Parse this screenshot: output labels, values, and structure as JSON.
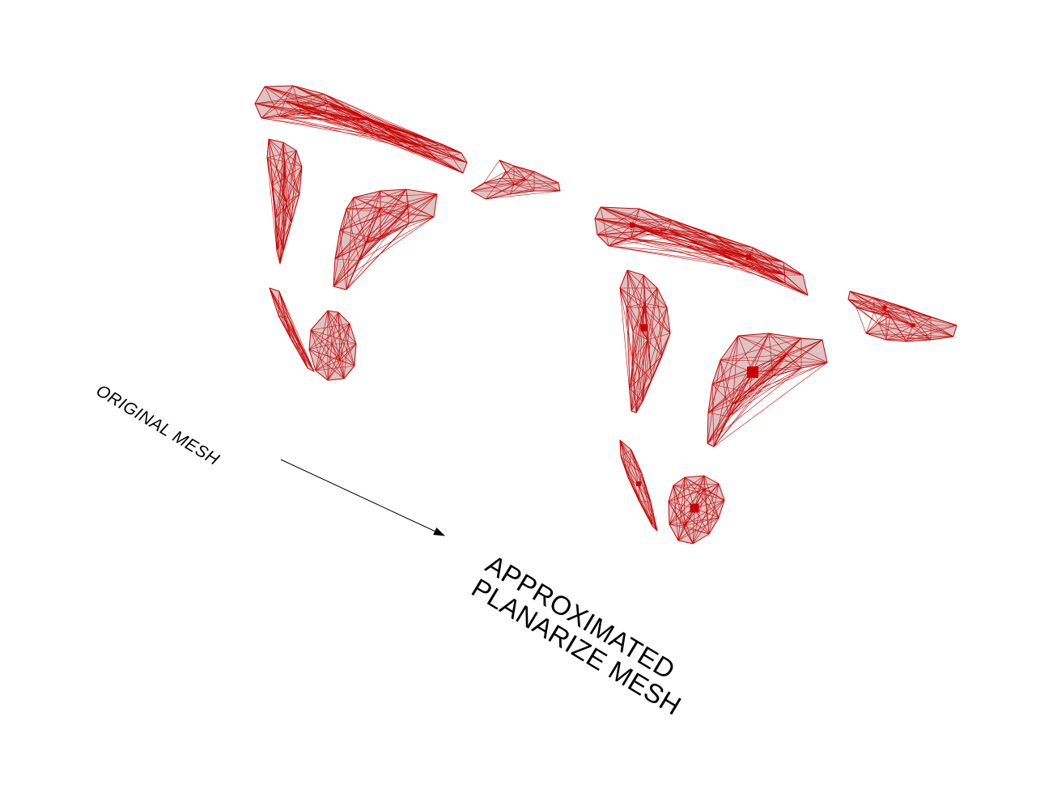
{
  "labels": {
    "original": "ORIGINAL MESH",
    "approximated_line1": "APPROXIMATED",
    "approximated_line2": "PLANARIZE MESH"
  },
  "colors": {
    "mesh_stroke": "#cc0000",
    "mesh_fill": "#dcc4c4",
    "text": "#000000",
    "background": "#ffffff"
  },
  "arrow_icon": "arrow-right-icon"
}
